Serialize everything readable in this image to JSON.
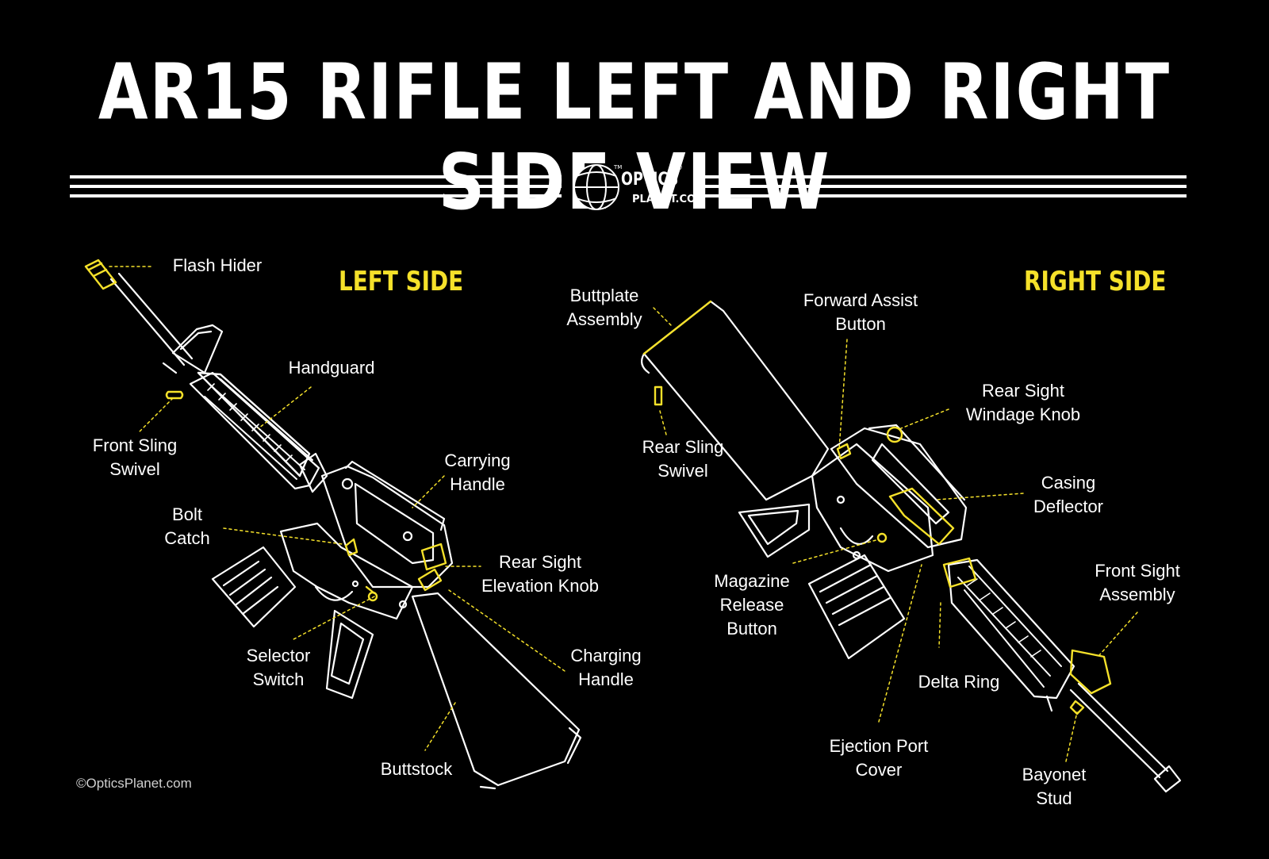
{
  "title": "AR15 RIFLE LEFT AND RIGHT SIDE VIEW",
  "logo": {
    "line1": "OPTICS",
    "line2": "PLANET.COM",
    "tm": "TM",
    "reg": "®"
  },
  "left_side": {
    "heading": "LEFT SIDE",
    "labels": {
      "flash_hider": "Flash Hider",
      "handguard": "Handguard",
      "front_sling_swivel": [
        "Front Sling",
        "Swivel"
      ],
      "carrying_handle": [
        "Carrying",
        "Handle"
      ],
      "bolt_catch": [
        "Bolt",
        "Catch"
      ],
      "rear_sight_elevation_knob": [
        "Rear Sight",
        "Elevation Knob"
      ],
      "selector_switch": [
        "Selector",
        "Switch"
      ],
      "charging_handle": [
        "Charging",
        "Handle"
      ],
      "buttstock": "Buttstock"
    }
  },
  "right_side": {
    "heading": "RIGHT SIDE",
    "labels": {
      "buttplate_assembly": [
        "Buttplate",
        "Assembly"
      ],
      "forward_assist_button": [
        "Forward Assist",
        "Button"
      ],
      "rear_sight_windage_knob": [
        "Rear Sight",
        "Windage Knob"
      ],
      "rear_sling_swivel": [
        "Rear Sling",
        "Swivel"
      ],
      "casing_deflector": [
        "Casing",
        "Deflector"
      ],
      "magazine_release_button": [
        "Magazine",
        "Release",
        "Button"
      ],
      "front_sight_assembly": [
        "Front Sight",
        "Assembly"
      ],
      "delta_ring": "Delta Ring",
      "ejection_port_cover": [
        "Ejection Port",
        "Cover"
      ],
      "bayonet_stud": [
        "Bayonet",
        "Stud"
      ]
    }
  },
  "copyright": "©OpticsPlanet.com",
  "colors": {
    "background": "#000000",
    "line_art": "#ffffff",
    "highlight": "#f5e12a",
    "text": "#ffffff"
  }
}
